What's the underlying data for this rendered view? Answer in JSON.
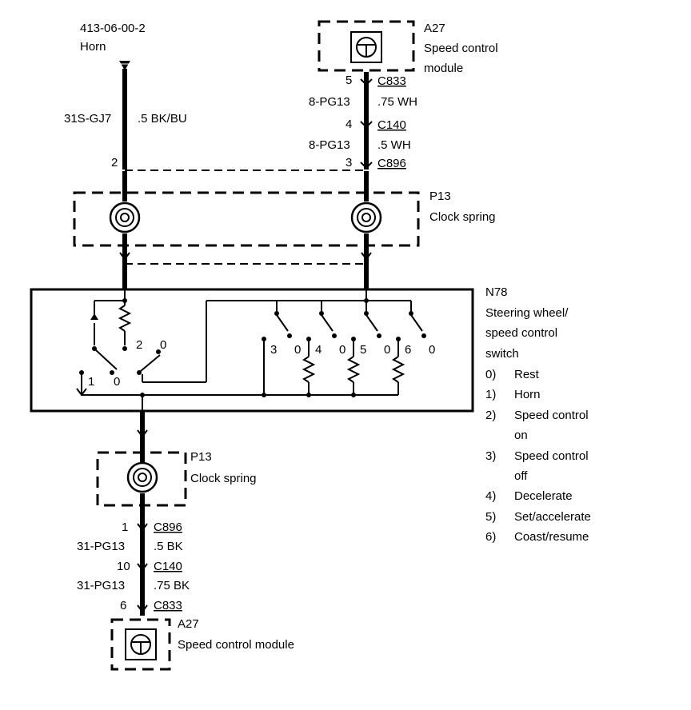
{
  "horn_ref": {
    "code": "413-06-00-2",
    "name": "Horn"
  },
  "horn_wire": {
    "circuit": "31S-GJ7",
    "spec": ".5 BK/BU",
    "pin": "2"
  },
  "module_top": {
    "id": "A27",
    "name_line1": "Speed control",
    "name_line2": "module"
  },
  "top_wires": [
    {
      "pin": "5",
      "connector": "C833",
      "circuit": "8-PG13",
      "spec": ".75 WH"
    },
    {
      "pin": "4",
      "connector": "C140",
      "circuit": "8-PG13",
      "spec": ".5 WH"
    },
    {
      "pin": "3",
      "connector": "C896"
    }
  ],
  "clock_spring_top": {
    "id": "P13",
    "name": "Clock spring"
  },
  "switch": {
    "id": "N78",
    "name_lines": [
      "Steering wheel/",
      "speed control",
      "switch"
    ],
    "positions": [
      {
        "num": "0)",
        "label": [
          "Rest"
        ]
      },
      {
        "num": "1)",
        "label": [
          "Horn"
        ]
      },
      {
        "num": "2)",
        "label": [
          "Speed control",
          "on"
        ]
      },
      {
        "num": "3)",
        "label": [
          "Speed control",
          "off"
        ]
      },
      {
        "num": "4)",
        "label": [
          "Decelerate"
        ]
      },
      {
        "num": "5)",
        "label": [
          "Set/accelerate"
        ]
      },
      {
        "num": "6)",
        "label": [
          "Coast/resume"
        ]
      }
    ],
    "contact_labels": {
      "horn_1": "1",
      "horn_0": "0",
      "on_2": "2",
      "on_0": "0",
      "s3": "3",
      "s3_0": "0",
      "s4": "4",
      "s4_0": "0",
      "s5": "5",
      "s5_0": "0",
      "s6": "6",
      "s6_0": "0"
    }
  },
  "clock_spring_bottom": {
    "id": "P13",
    "name": "Clock spring"
  },
  "bottom_wires": [
    {
      "pin": "1",
      "connector": "C896",
      "circuit": "31-PG13",
      "spec": ".5 BK"
    },
    {
      "pin": "10",
      "connector": "C140",
      "circuit": "31-PG13",
      "spec": ".75 BK"
    },
    {
      "pin": "6",
      "connector": "C833"
    }
  ],
  "module_bottom": {
    "id": "A27",
    "name": "Speed control module"
  }
}
